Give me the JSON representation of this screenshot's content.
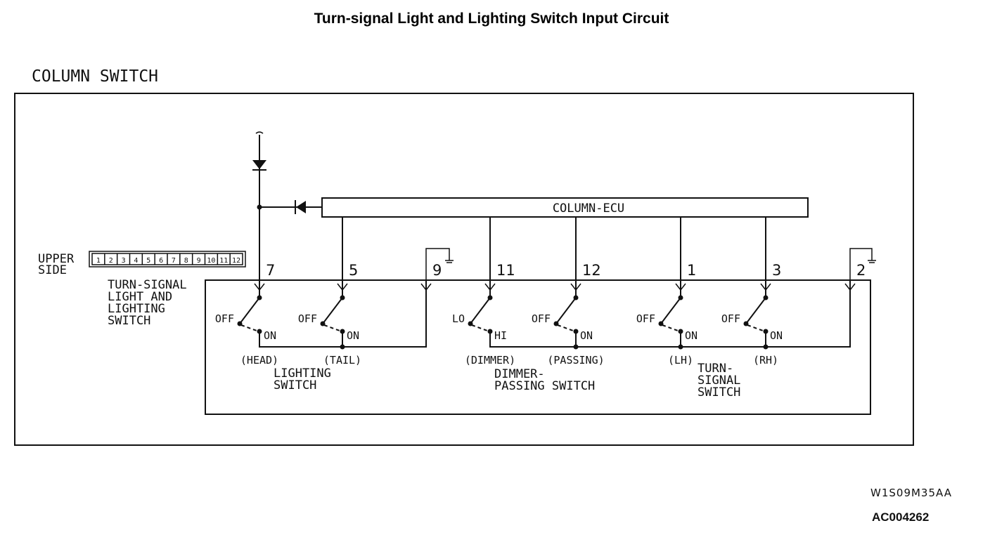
{
  "title": "Turn-signal Light and Lighting Switch Input Circuit",
  "column_switch_label": "COLUMN SWITCH",
  "column_ecu_label": "COLUMN-ECU",
  "connector": {
    "label_line1": "UPPER",
    "label_line2": "SIDE",
    "pins": [
      "1",
      "2",
      "3",
      "4",
      "5",
      "6",
      "7",
      "8",
      "9",
      "10",
      "11",
      "12"
    ]
  },
  "assembly_label": [
    "TURN-SIGNAL",
    "LIGHT AND",
    "LIGHTING",
    "SWITCH"
  ],
  "terminals": [
    "7",
    "5",
    "9",
    "11",
    "12",
    "1",
    "3",
    "2"
  ],
  "switches": [
    {
      "off": "OFF",
      "on": "ON",
      "position": "(HEAD)"
    },
    {
      "off": "OFF",
      "on": "ON",
      "position": "(TAIL)"
    },
    {
      "off": "LO",
      "on": "HI",
      "position": "(DIMMER)"
    },
    {
      "off": "OFF",
      "on": "ON",
      "position": "(PASSING)"
    },
    {
      "off": "OFF",
      "on": "ON",
      "position": "(LH)"
    },
    {
      "off": "OFF",
      "on": "ON",
      "position": "(RH)"
    }
  ],
  "groups": {
    "lighting": [
      "LIGHTING",
      "SWITCH"
    ],
    "dimmer": [
      "DIMMER-",
      "PASSING SWITCH"
    ],
    "turn": [
      "TURN-",
      "SIGNAL",
      "SWITCH"
    ]
  },
  "codes": {
    "figure_code": "W1S09M35AA",
    "ac_code": "AC004262"
  }
}
